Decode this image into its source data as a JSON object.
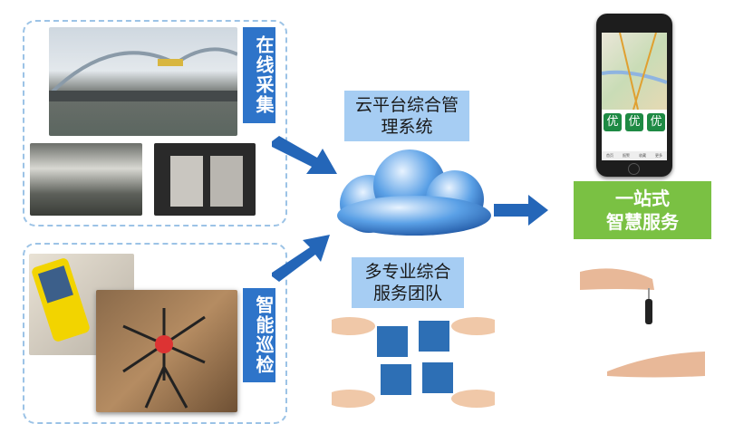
{
  "online_collection": {
    "label": "在线采集"
  },
  "smart_inspection": {
    "label": "智能巡检"
  },
  "cloud_platform": {
    "label": "云平台综合管理系统"
  },
  "service_team": {
    "label": "多专业综合服务团队"
  },
  "one_stop": {
    "label_line1": "一站式",
    "label_line2": "智慧服务"
  },
  "phone": {
    "app_icon_glyph": "优",
    "tabs": [
      "首页",
      "报警",
      "收藏",
      "更多"
    ]
  },
  "colors": {
    "label_blue": "#2e74c9",
    "label_light": "#a6cdf3",
    "green": "#7ac143",
    "arrow": "#2466b8"
  }
}
